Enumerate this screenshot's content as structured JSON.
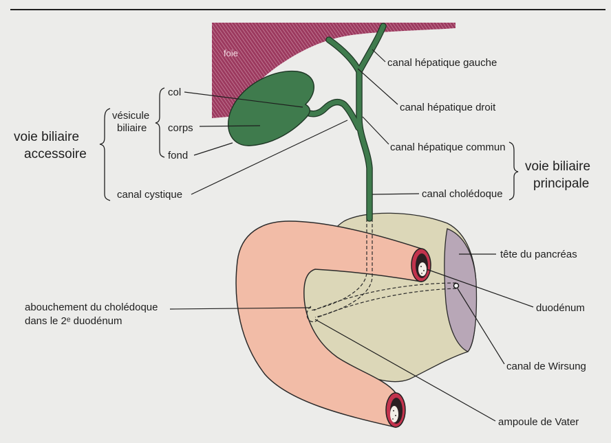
{
  "labels": {
    "foie": "foie",
    "canal_hepatique_gauche": "canal hépatique gauche",
    "canal_hepatique_droit": "canal hépatique droit",
    "canal_hepatique_commun": "canal hépatique commun",
    "canal_choledoque": "canal cholédoque",
    "voie_principale": [
      "voie biliaire",
      "principale"
    ],
    "col": "col",
    "vesicule": [
      "vésicule",
      "biliaire"
    ],
    "corps": "corps",
    "fond": "fond",
    "voie_accessoire": [
      "voie biliaire",
      "accessoire"
    ],
    "canal_cystique": "canal cystique",
    "tete_pancreas": "tête du pancréas",
    "duodenum": "duodénum",
    "abouchement": [
      "abouchement du cholédoque",
      "dans le 2ᵉ duodénum"
    ],
    "canal_wirsung": "canal de Wirsung",
    "ampoule_vater": "ampoule de Vater"
  },
  "colors": {
    "background": "#ececea",
    "text": "#1e1e1e",
    "line": "#1e1e1e",
    "liver": "#9c3a5f",
    "liver_hatch": "#d7a0b4",
    "label_on_liver": "#f3dbe3",
    "gallbladder": "#3f7b4d",
    "duct": "#3f7b4d",
    "duodenum": "#f2bca7",
    "duodenum_rim": "#c2334d",
    "pancreas": "#dcd7b8",
    "pancreas_cut": "#b8a7b7"
  }
}
